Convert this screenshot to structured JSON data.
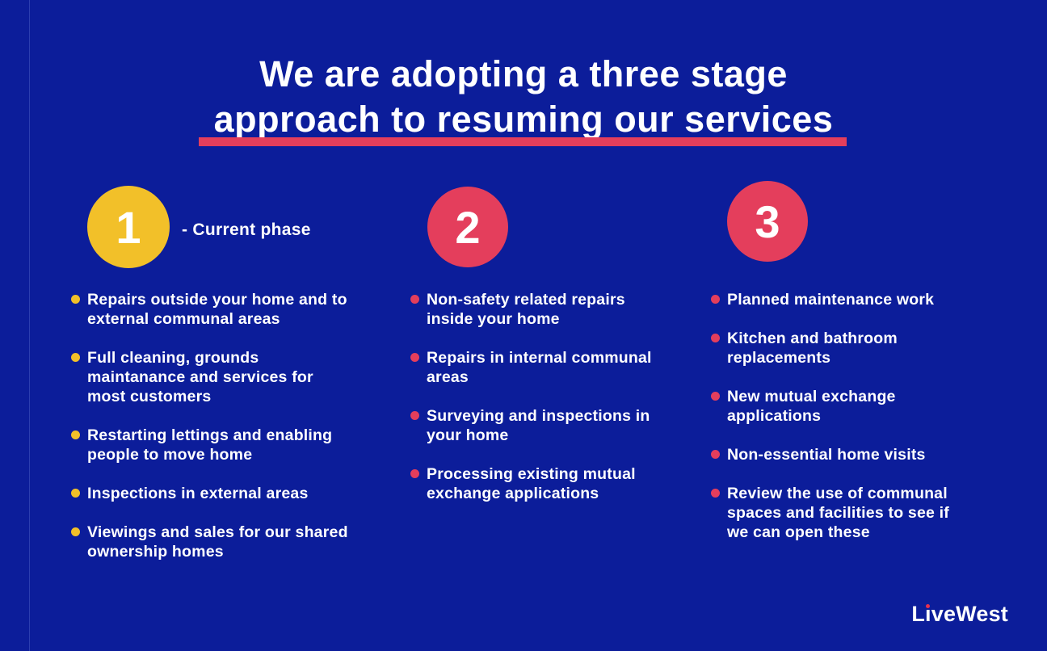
{
  "colors": {
    "background_blue": "#0c1d9a",
    "accent_red": "#e43e5c",
    "accent_yellow": "#f2c029",
    "text_white": "#ffffff"
  },
  "header": {
    "title": "We are adopting a three stage\napproach to resuming our services"
  },
  "stages": [
    {
      "number": "1",
      "label": "- Current phase",
      "circle_color": "#f2c029",
      "bullet_color": "#f2c029",
      "items": [
        "Repairs outside your home and to\nexternal communal areas",
        "Full cleaning, grounds\nmaintanance and services for\nmost customers",
        "Restarting lettings and enabling\npeople to move home",
        "Inspections in external areas",
        "Viewings and sales for our shared\nownership homes"
      ]
    },
    {
      "number": "2",
      "label": "",
      "circle_color": "#e43e5c",
      "bullet_color": "#e43e5c",
      "items": [
        "Non-safety related repairs\ninside your home",
        "Repairs in internal communal\nareas",
        "Surveying and inspections in\nyour home",
        "Processing existing mutual\nexchange applications"
      ]
    },
    {
      "number": "3",
      "label": "",
      "circle_color": "#e43e5c",
      "bullet_color": "#e43e5c",
      "items": [
        "Planned maintenance work",
        "Kitchen and bathroom\nreplacements",
        "New mutual exchange\napplications",
        "Non-essential home visits",
        "Review the use of communal\nspaces and facilities to see if\nwe can open these"
      ]
    }
  ],
  "footer": {
    "brand_name": "LiveWest",
    "logo_l": "L",
    "logo_i": "ı",
    "logo_rest": "veWest"
  }
}
